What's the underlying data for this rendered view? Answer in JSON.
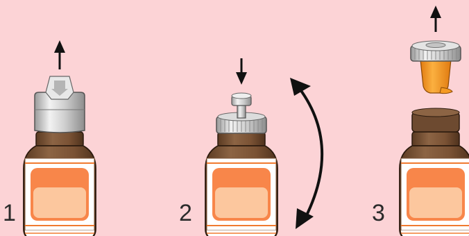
{
  "steps": [
    {
      "number": "1",
      "icon": "bottle-with-flip-cap-icon",
      "action": "up-arrow-icon"
    },
    {
      "number": "2",
      "icon": "bottle-with-press-cap-icon",
      "action": "down-arrow-icon"
    },
    {
      "number": "3",
      "icon": "bottle-with-dropper-cap-removed-icon",
      "action": "up-arrow-icon"
    }
  ],
  "colors": {
    "background": "#fcd3d6",
    "bottle_glass": "#7a5234",
    "label_orange": "#f5894f",
    "cap_silver": "#c9c9c9",
    "dropper_orange": "#f59a22"
  },
  "extra_icons": [
    "shake-double-arrow-icon"
  ]
}
